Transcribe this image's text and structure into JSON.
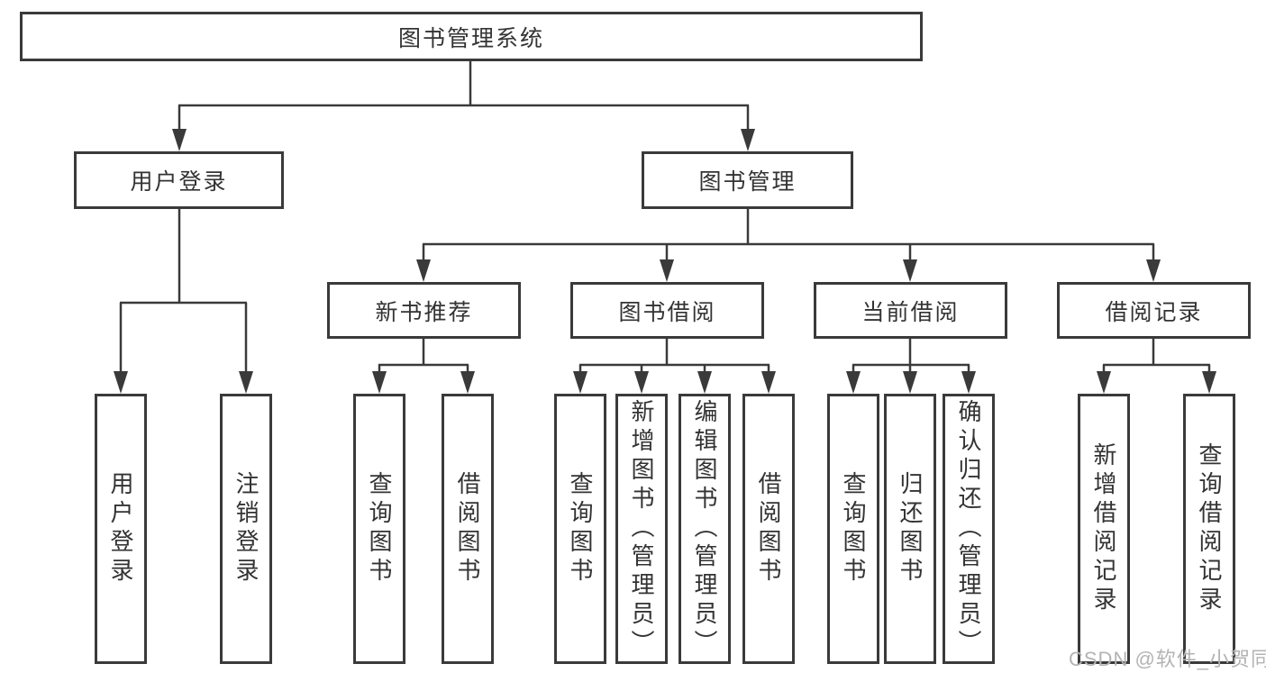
{
  "nodes": {
    "root": "图书管理系统",
    "level2": [
      "用户登录",
      "图书管理"
    ],
    "level3": [
      "新书推荐",
      "图书借阅",
      "当前借阅",
      "借阅记录"
    ],
    "leaves": {
      "user": [
        "用户登录",
        "注销登录"
      ],
      "recommend": [
        "查询图书",
        "借阅图书"
      ],
      "borrow": [
        "查询图书",
        "新增图书（管理员）",
        "编辑图书（管理员）",
        "借阅图书"
      ],
      "current": [
        "查询图书",
        "归还图书",
        "确认归还（管理员）"
      ],
      "records": [
        "新增借阅记录",
        "查询借阅记录"
      ]
    }
  },
  "watermark": "CSDN @软件_小贺同学",
  "colors": {
    "line": "#3a3a3a",
    "text": "#333333",
    "watermark": "#b3b3b3",
    "background": "#ffffff"
  }
}
